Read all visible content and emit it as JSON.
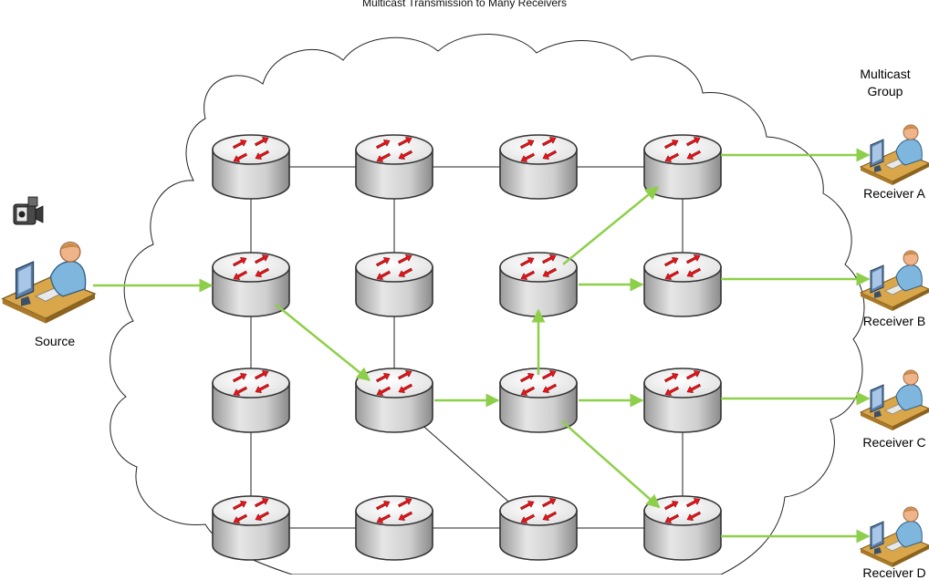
{
  "title": "Multicast Transmission to Many Receivers",
  "group_label_line1": "Multicast",
  "group_label_line2": "Group",
  "source_label": "Source",
  "receivers": [
    {
      "label": "Receiver A"
    },
    {
      "label": "Receiver B"
    },
    {
      "label": "Receiver C"
    },
    {
      "label": "Receiver D"
    }
  ],
  "colors": {
    "flow": "#8dcf4a",
    "link": "#222222",
    "router_body": "#d0d0d0",
    "router_top": "#f3f3f3",
    "arrow": "#e8141b",
    "cloud": "#222222"
  },
  "icons": [
    "router-icon",
    "person-at-computer-icon",
    "video-camera-icon",
    "cloud-shape"
  ]
}
